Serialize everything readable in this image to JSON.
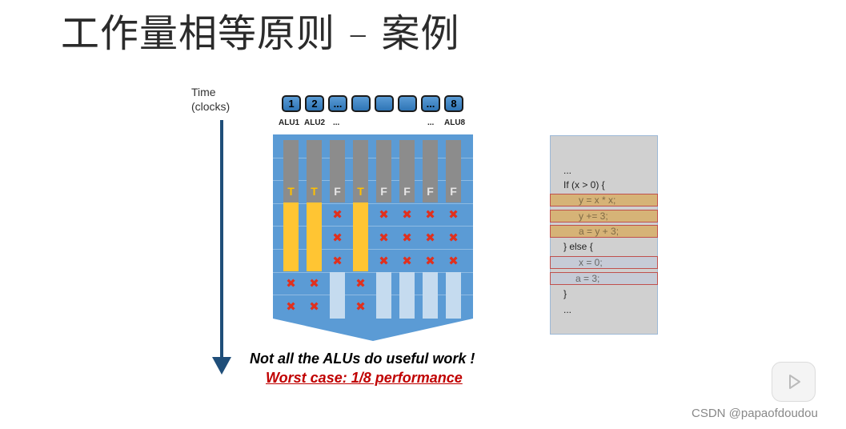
{
  "title": "工作量相等原则 – 案例",
  "time_axis": {
    "line1": "Time",
    "line2": "(clocks)"
  },
  "alus": {
    "boxes": [
      "1",
      "2",
      "...",
      "",
      "",
      "",
      "...",
      "8"
    ],
    "labels": [
      "ALU1",
      "ALU2",
      "...",
      "...",
      "ALU8"
    ]
  },
  "branch_flags": [
    "T",
    "T",
    "F",
    "T",
    "F",
    "F",
    "F",
    "F"
  ],
  "caption": {
    "line1": "Not all the ALUs do useful work !",
    "line2": "Worst case: 1/8 performance"
  },
  "code": {
    "lines": [
      "...",
      "If (x > 0) {",
      "y = x * x;",
      "y += 3;",
      "a = y + 3;",
      "} else {",
      "x = 0;",
      "a = 3;",
      "}",
      "..."
    ]
  },
  "colors": {
    "alu_blue": "#5b9bd5",
    "true_yellow": "#ffc000",
    "false_mark": "#e0301e",
    "arrow": "#1f4e79"
  },
  "watermark": "CSDN @papaofdoudou",
  "icons": {
    "play": "play-icon"
  }
}
